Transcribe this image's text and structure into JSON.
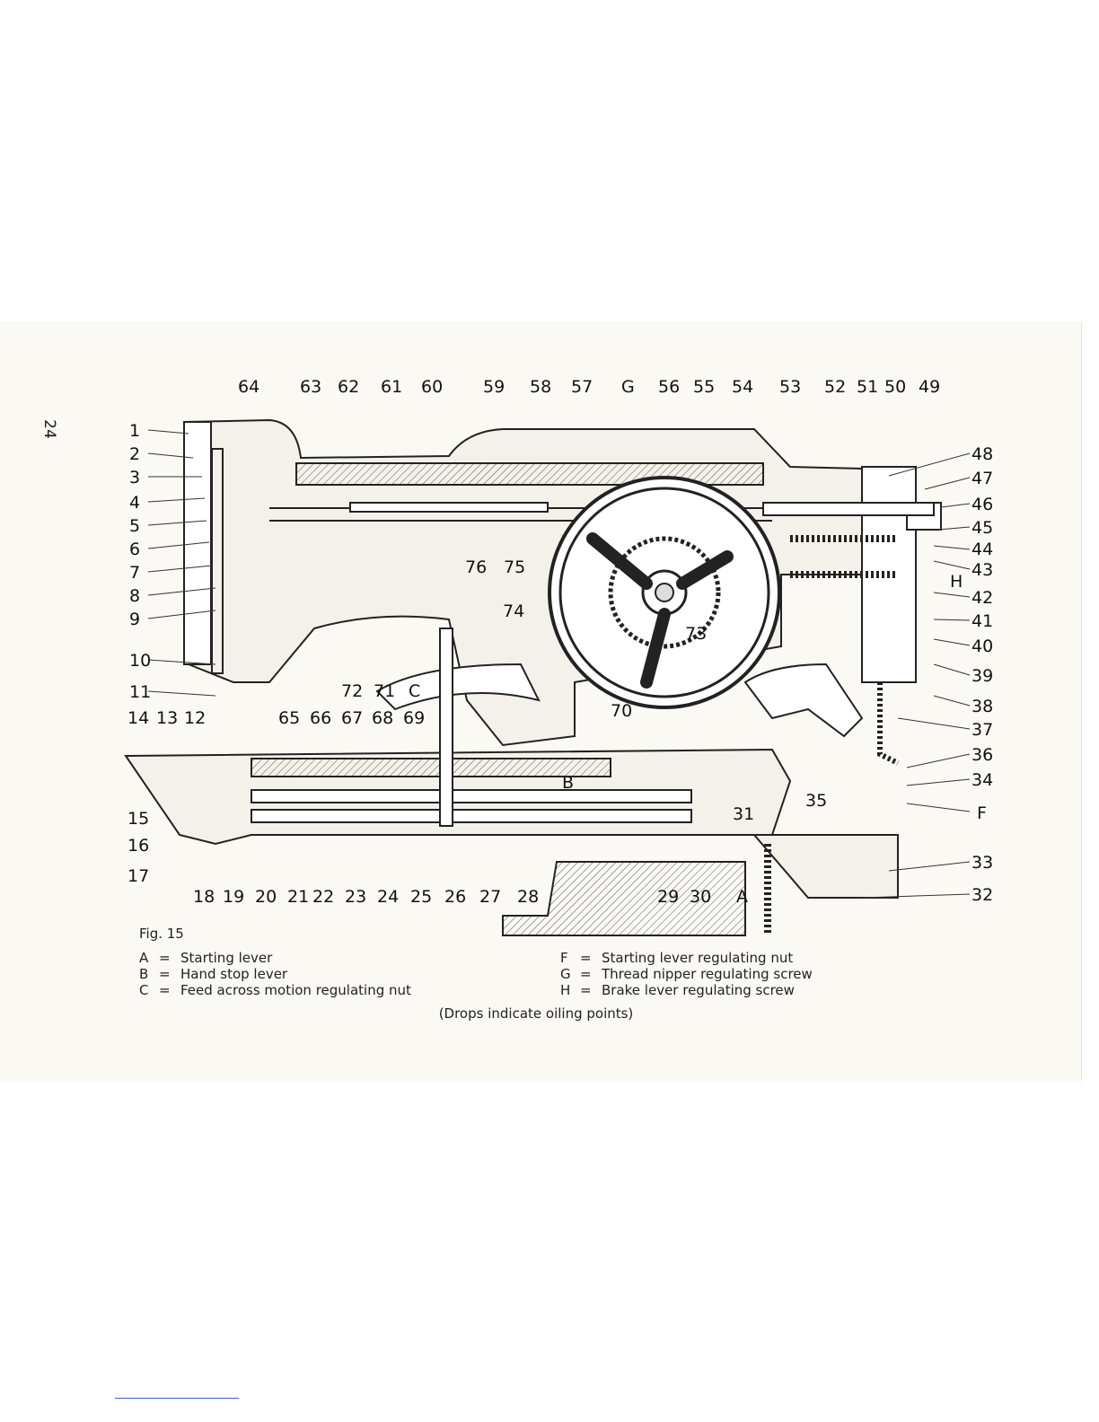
{
  "page_number": "24",
  "figure": {
    "label": "Fig. 15",
    "note": "(Drops indicate oiling points)"
  },
  "legend": {
    "left": [
      {
        "key": "A",
        "eq": "=",
        "text": "Starting lever"
      },
      {
        "key": "B",
        "eq": "=",
        "text": "Hand stop lever"
      },
      {
        "key": "C",
        "eq": "=",
        "text": "Feed across motion regulating nut"
      }
    ],
    "right": [
      {
        "key": "F",
        "eq": "=",
        "text": "Starting lever regulating nut"
      },
      {
        "key": "G",
        "eq": "=",
        "text": "Thread nipper regulating screw"
      },
      {
        "key": "H",
        "eq": "=",
        "text": "Brake lever regulating screw"
      }
    ]
  },
  "callouts": {
    "top": [
      "64",
      "63",
      "62",
      "61",
      "60",
      "59",
      "58",
      "57",
      "G",
      "56",
      "55",
      "54",
      "53",
      "52",
      "51",
      "50",
      "49"
    ],
    "left": [
      "1",
      "2",
      "3",
      "4",
      "5",
      "6",
      "7",
      "8",
      "9",
      "10",
      "11"
    ],
    "left_lower": [
      "14",
      "13",
      "12",
      "15",
      "16",
      "17"
    ],
    "mid": [
      "65",
      "66",
      "67",
      "68",
      "69",
      "72",
      "71",
      "C",
      "76",
      "75",
      "74",
      "73",
      "70",
      "B"
    ],
    "bottom": [
      "18",
      "19",
      "20",
      "21",
      "22",
      "23",
      "24",
      "25",
      "26",
      "27",
      "28",
      "29",
      "30",
      "A"
    ],
    "right": [
      "48",
      "47",
      "46",
      "45",
      "44",
      "43",
      "H",
      "42",
      "41",
      "40",
      "39",
      "38",
      "37",
      "36",
      "34",
      "F",
      "33",
      "32",
      "35",
      "31"
    ]
  }
}
